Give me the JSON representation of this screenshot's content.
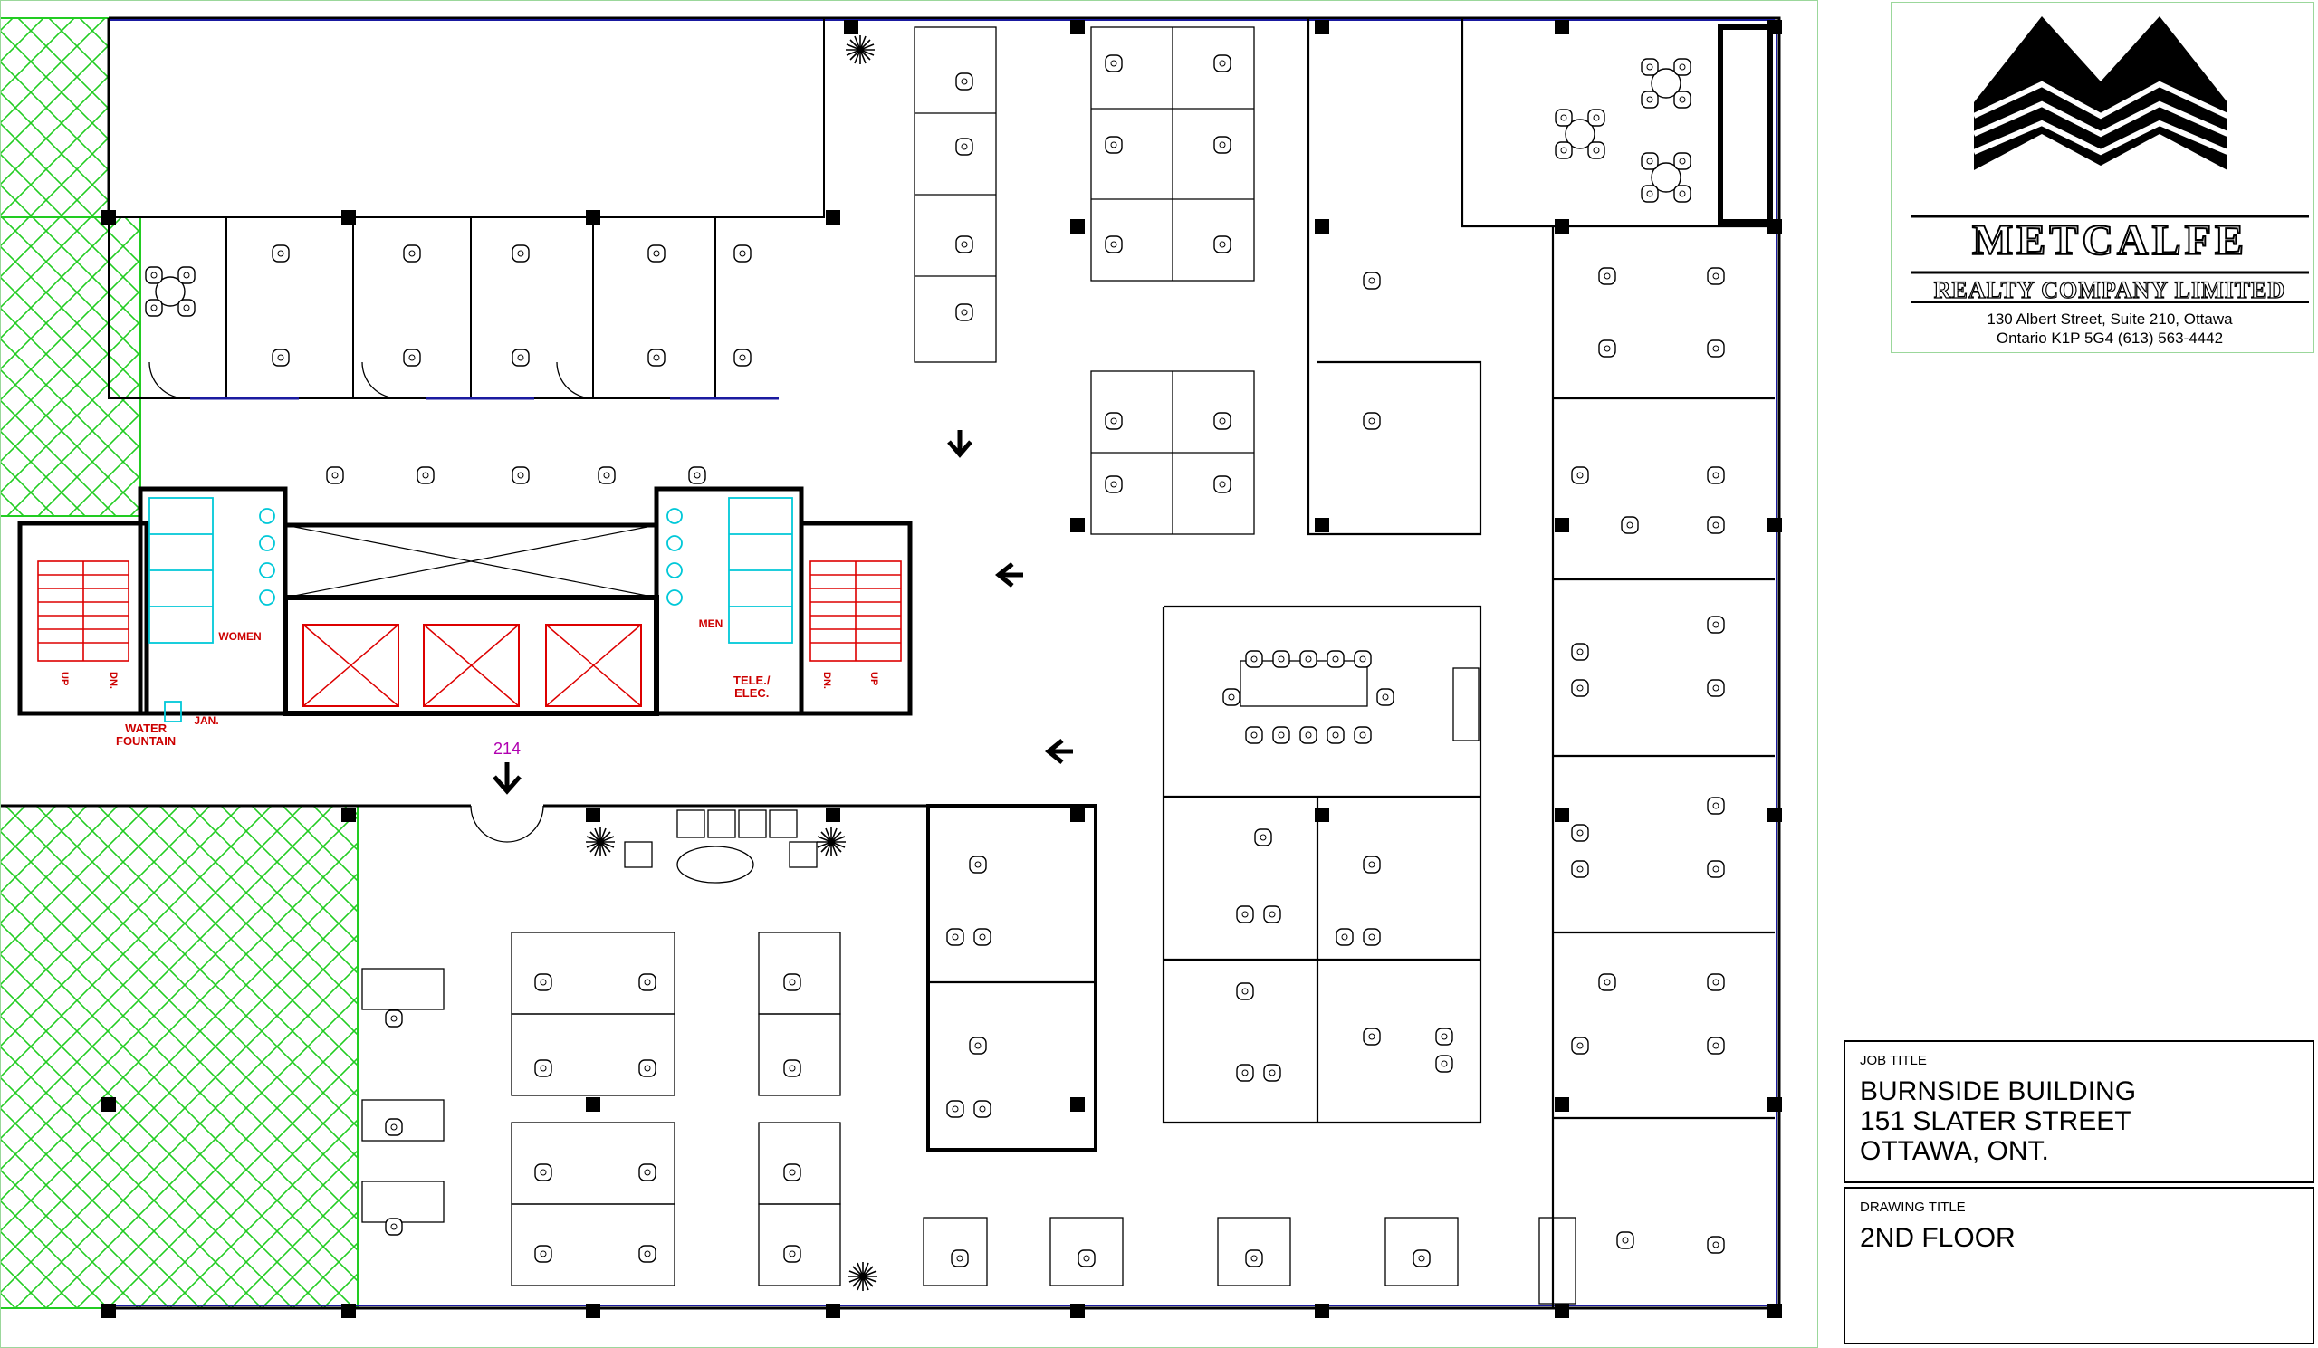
{
  "rooms": {
    "women": "WOMEN",
    "men": "MEN",
    "jan": "JAN.",
    "water_fountain": "WATER\nFOUNTAIN",
    "tele_elec": "TELE./\nELEC.",
    "stair_up": "UP",
    "stair_dn": "DN.",
    "unit": "214"
  },
  "logo": {
    "name": "METCALFE",
    "subtitle": "REALTY COMPANY LIMITED",
    "address_line1": "130 Albert Street, Suite 210, Ottawa",
    "address_line2": "Ontario K1P 5G4 (613) 563-4442"
  },
  "title_block": {
    "job_title_label": "JOB TITLE",
    "job_title_line1": "BURNSIDE BUILDING",
    "job_title_line2": "151 SLATER STREET",
    "job_title_line3": "OTTAWA, ONT.",
    "drawing_title_label": "DRAWING TITLE",
    "drawing_title": "2ND FLOOR"
  },
  "colors": {
    "wall": "#000000",
    "glazing": "#1a1aa0",
    "hatch": "#22cc22",
    "stair": "#dd0000",
    "fixture": "#00c8d8",
    "label": "#cc0000",
    "unit": "#b000b0"
  }
}
